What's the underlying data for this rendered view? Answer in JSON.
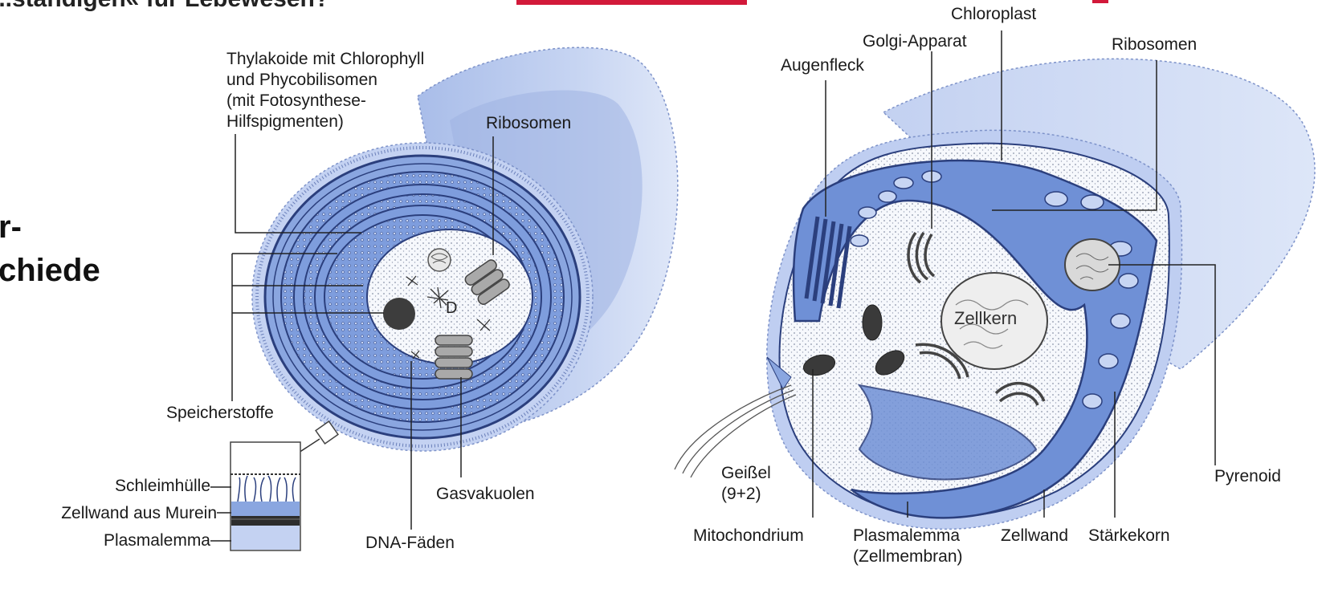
{
  "header": {
    "title_fragment": "...ständigen« für Lebewesen?",
    "side_text_line1": "r-",
    "side_text_line2": "chiede"
  },
  "colors": {
    "cell_blue": "#6f90d6",
    "cell_light": "#b9c9ef",
    "cell_pale": "#dbe4f8",
    "membrane_dark": "#2b3f7d",
    "accent_red": "#d2193a"
  },
  "prokaryote": {
    "labels": {
      "thylakoide": [
        "Thylakoide mit Chlorophyll",
        "und Phycobilisomen",
        "(mit Fotosynthese-",
        "Hilfspigmenten)"
      ],
      "ribosomen": "Ribosomen",
      "speicherstoffe": "Speicherstoffe",
      "gasvakuolen": "Gasvakuolen",
      "dna": "DNA-Fäden",
      "nucleoid_letter": "D",
      "schleimhuelle": "Schleimhülle",
      "zellwand_murein": "Zellwand aus Murein",
      "plasmalemma": "Plasmalemma"
    }
  },
  "eukaryote": {
    "labels": {
      "chloroplast": "Chloroplast",
      "golgi": "Golgi-Apparat",
      "ribosomen": "Ribosomen",
      "augenfleck": "Augenfleck",
      "zellkern": "Zellkern",
      "geissel": [
        "Geißel",
        "(9+2)"
      ],
      "mitochondrium": "Mitochondrium",
      "plasmalemma": [
        "Plasmalemma",
        "(Zellmembran)"
      ],
      "zellwand": "Zellwand",
      "staerkekorn": "Stärkekorn",
      "pyrenoid": "Pyrenoid"
    }
  }
}
